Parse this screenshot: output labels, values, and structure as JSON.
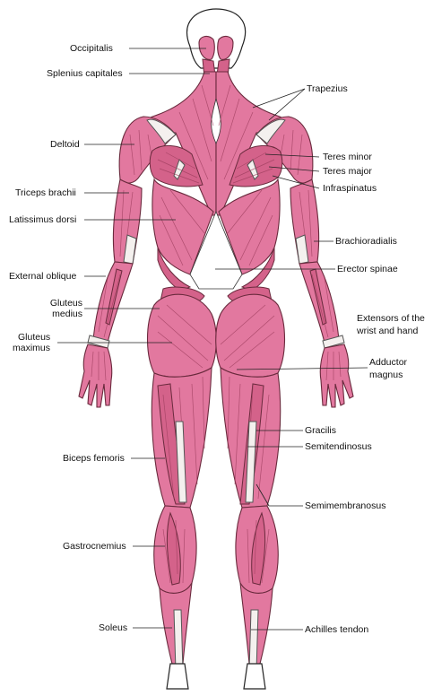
{
  "labels": {
    "occipitalis": "Occipitalis",
    "splenius_capitales": "Splenius capitales",
    "trapezius": "Trapezius",
    "deltoid": "Deltoid",
    "teres_minor": "Teres minor",
    "teres_major": "Teres major",
    "infraspinatus": "Infraspinatus",
    "triceps_brachii": "Triceps brachii",
    "latissimus_dorsi": "Latissimus dorsi",
    "brachioradialis": "Brachioradialis",
    "external_oblique": "External oblique",
    "erector_spinae": "Erector spinae",
    "gluteus_medius_1": "Gluteus",
    "gluteus_medius_2": "medius",
    "extensors_1": "Extensors of the",
    "extensors_2": "wrist and hand",
    "gluteus_maximus_1": "Gluteus",
    "gluteus_maximus_2": "maximus",
    "adductor_magnus_1": "Adductor",
    "adductor_magnus_2": "magnus",
    "gracilis": "Gracilis",
    "semitendinosus": "Semitendinosus",
    "biceps_femoris": "Biceps femoris",
    "semimembranosus": "Semimembranosus",
    "gastrocnemius": "Gastrocnemius",
    "soleus": "Soleus",
    "achilles_tendon": "Achilles tendon"
  },
  "colors": {
    "muscle": "#e2789f",
    "muscle_dark": "#d4628a",
    "outline": "#6a2a3d",
    "tendon": "#f4f0ee"
  }
}
